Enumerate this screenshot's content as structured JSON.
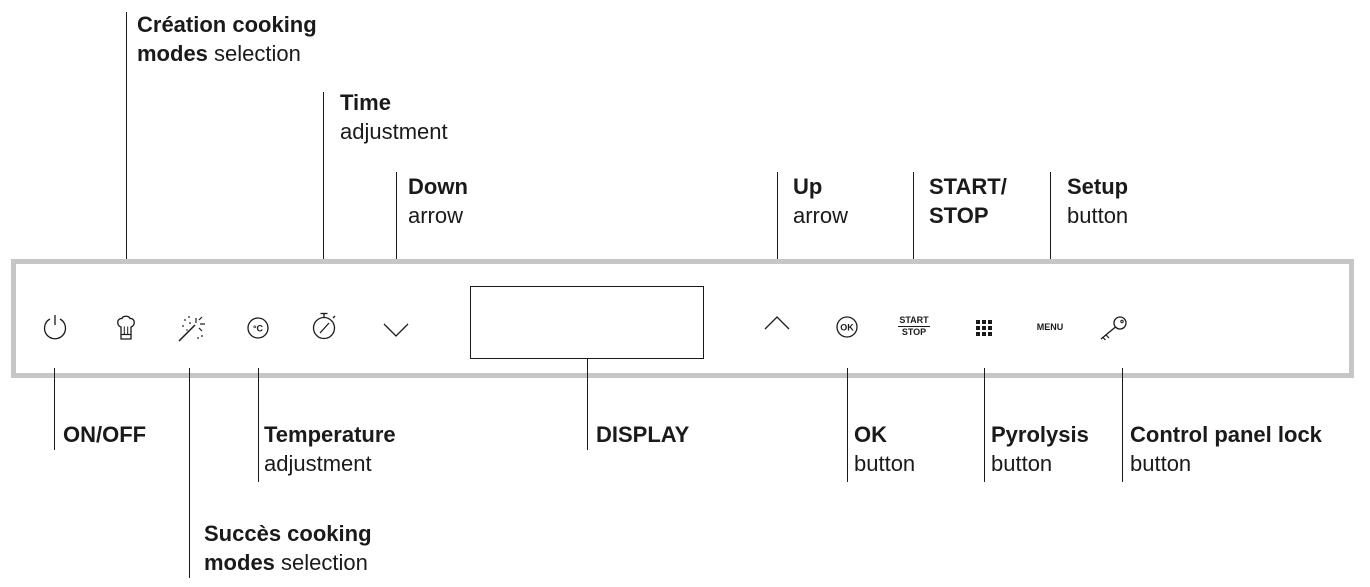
{
  "callouts": {
    "creation": {
      "bold": "Création cooking",
      "bold2": "modes",
      "rest": "selection"
    },
    "time": {
      "bold": "Time",
      "rest": "adjustment"
    },
    "down": {
      "bold": "Down",
      "rest": "arrow"
    },
    "up": {
      "bold": "Up",
      "rest": "arrow"
    },
    "startstop": {
      "line1": "START/",
      "line2": "STOP"
    },
    "setup": {
      "bold": "Setup",
      "rest": "button"
    },
    "onoff": {
      "bold": "ON/OFF"
    },
    "temperature": {
      "bold": "Temperature",
      "rest": "adjustment"
    },
    "display": {
      "bold": "DISPLAY"
    },
    "ok": {
      "bold": "OK",
      "rest": "button"
    },
    "pyrolysis": {
      "bold": "Pyrolysis",
      "rest": "button"
    },
    "lock": {
      "bold": "Control panel lock",
      "rest": "button"
    },
    "succes": {
      "bold": "Succès cooking",
      "bold2": "modes",
      "rest": "selection"
    }
  },
  "panel": {
    "icons": [
      "power-icon",
      "chef-hat-icon",
      "magic-wand-icon",
      "temperature-icon",
      "timer-icon",
      "down-arrow-icon",
      "up-arrow-icon",
      "ok-icon",
      "start-stop-icon",
      "pyrolysis-grid-icon",
      "menu-icon",
      "key-icon"
    ],
    "ok_text": "OK",
    "start_text": "START",
    "stop_text": "STOP",
    "menu_text": "MENU",
    "temp_text": "°C"
  }
}
